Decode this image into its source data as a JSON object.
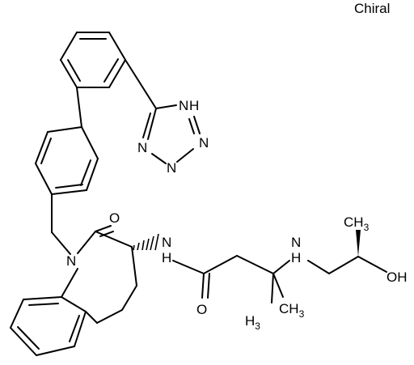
{
  "chiral_flag": "Chiral",
  "atoms": {
    "nh_tetrazole": "H",
    "n_tetrazole_1": "N",
    "n_tetrazole_2": "N",
    "n_tetrazole_3": "N",
    "n_tetrazole_4": "N",
    "o_lactam": "O",
    "n_lactam": "N",
    "nh_amide_n": "N",
    "nh_amide_h": "H",
    "o_amide": "O",
    "n_amine": "N",
    "nh_amine_h": "H",
    "oh": "OH",
    "ch3_a": "CH",
    "ch3_a_sub": "3",
    "ch3_b_h": "H",
    "ch3_b_sub": "3",
    "ch3_c": "CH",
    "ch3_c_sub": "3"
  }
}
